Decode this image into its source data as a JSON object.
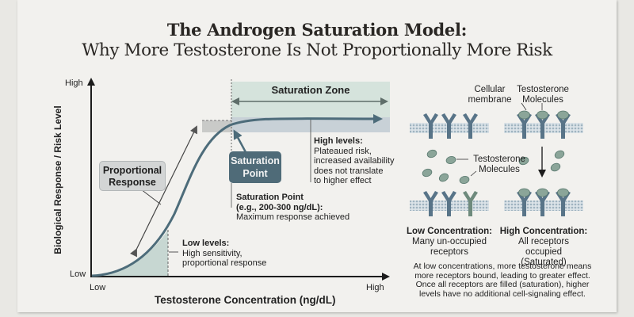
{
  "title": {
    "line1": "The Androgen Saturation Model:",
    "line2": "Why More Testosterone Is Not Proportionally More Risk"
  },
  "chart": {
    "y_axis_title": "Biological Response / Risk Level",
    "y_high": "High",
    "y_low": "Low",
    "x_axis_title": "Testosterone Concentration (ng/dL)",
    "x_low": "Low",
    "x_high": "High",
    "colors": {
      "curve": "#4d6c7a",
      "low_zone_fill": "#c7d7d2",
      "saturation_zone_fill": "#d5e3dc",
      "plateau_band": "#c6ced6",
      "saturation_point_box": "#4f6b78"
    }
  },
  "annotations": {
    "saturation_zone": "Saturation Zone",
    "proportional_response": {
      "line1": "Proportional",
      "line2": "Response"
    },
    "saturation_point_box": {
      "line1": "Saturation",
      "line2": "Point"
    },
    "high_levels": {
      "heading": "High levels:",
      "line1": "Plateaued risk,",
      "line2": "increased availability",
      "line3": "does not translate",
      "line4": "to higher effect"
    },
    "saturation_point_note": {
      "heading1": "Saturation Point",
      "heading2": "(e.g., 200-300 ng/dL):",
      "line1": "Maximum response achieved"
    },
    "low_levels": {
      "heading": "Low levels:",
      "line1": "High sensitivity,",
      "line2": "proportional response"
    }
  },
  "receptor_panel": {
    "cellular_membrane": {
      "line1": "Cellular",
      "line2": "membrane"
    },
    "testosterone_top": {
      "line1": "Testosterone",
      "line2": "Molecules"
    },
    "testosterone_mid": {
      "line1": "Testosterone",
      "line2": "Molecules"
    },
    "low_concentration": {
      "heading": "Low Concentration:",
      "line1": "Many un-occupied",
      "line2": "receptors"
    },
    "high_concentration": {
      "heading": "High Concentration:",
      "line1": "All receptors occupied",
      "line2": "(Saturated)"
    },
    "footnote": {
      "line1": "At low concentrations, more testosterone means",
      "line2": "more receptors bound, leading to greater effect.",
      "line3": "Once all receptors are filled (saturation), higher",
      "line4": "levels have no additional cell-signaling effect."
    }
  }
}
